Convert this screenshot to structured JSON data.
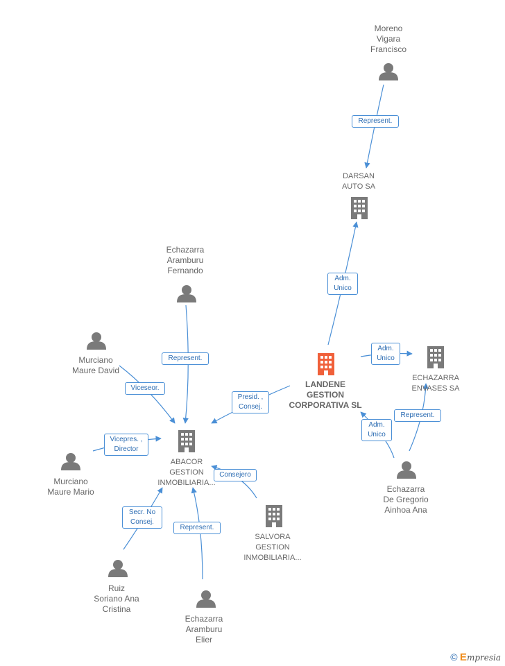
{
  "colors": {
    "accent": "#4a8fd6",
    "node": "#7a7a7a",
    "main_node": "#f0603a",
    "text": "#666666"
  },
  "nodes": [
    {
      "id": "moreno",
      "type": "person",
      "lines": [
        "Moreno",
        "Vigara",
        "Francisco"
      ]
    },
    {
      "id": "darsan",
      "type": "company",
      "lines": [
        "DARSAN",
        "AUTO SA"
      ]
    },
    {
      "id": "echazarra_fernando",
      "type": "person",
      "lines": [
        "Echazarra",
        "Aramburu",
        "Fernando"
      ]
    },
    {
      "id": "murciano_david",
      "type": "person",
      "lines": [
        "Murciano",
        "Maure David"
      ]
    },
    {
      "id": "landene",
      "type": "company",
      "main": true,
      "lines": [
        "LANDENE",
        "GESTION",
        "CORPORATIVA SL"
      ]
    },
    {
      "id": "echazarra_envases",
      "type": "company",
      "lines": [
        "ECHAZARRA",
        "ENVASES SA"
      ]
    },
    {
      "id": "abacor",
      "type": "company",
      "lines": [
        "ABACOR",
        "GESTION",
        "INMOBILIARIA..."
      ]
    },
    {
      "id": "murciano_mario",
      "type": "person",
      "lines": [
        "Murciano",
        "Maure Mario"
      ]
    },
    {
      "id": "echazarra_ainhoa",
      "type": "person",
      "lines": [
        "Echazarra",
        "De Gregorio",
        "Ainhoa Ana"
      ]
    },
    {
      "id": "salvora",
      "type": "company",
      "lines": [
        "SALVORA",
        "GESTION",
        "INMOBILIARIA..."
      ]
    },
    {
      "id": "ruiz",
      "type": "person",
      "lines": [
        "Ruiz",
        "Soriano Ana",
        "Cristina"
      ]
    },
    {
      "id": "echazarra_elier",
      "type": "person",
      "lines": [
        "Echazarra",
        "Aramburu",
        "Elier"
      ]
    }
  ],
  "edges": [
    {
      "id": "e1",
      "lines": [
        "Represent."
      ]
    },
    {
      "id": "e2",
      "lines": [
        "Adm.",
        "Unico"
      ]
    },
    {
      "id": "e3",
      "lines": [
        "Adm.",
        "Unico"
      ]
    },
    {
      "id": "e4",
      "lines": [
        "Represent."
      ]
    },
    {
      "id": "e5",
      "lines": [
        "Adm.",
        "Unico"
      ]
    },
    {
      "id": "e6",
      "lines": [
        "Represent."
      ]
    },
    {
      "id": "e7",
      "lines": [
        "Viceseor."
      ]
    },
    {
      "id": "e8",
      "lines": [
        "Presid. ,",
        "Consej."
      ]
    },
    {
      "id": "e9",
      "lines": [
        "Vicepres. ,",
        "Director"
      ]
    },
    {
      "id": "e10",
      "lines": [
        "Consejero"
      ]
    },
    {
      "id": "e11",
      "lines": [
        "Secr.  No",
        "Consej."
      ]
    },
    {
      "id": "e12",
      "lines": [
        "Represent."
      ]
    }
  ],
  "footer": {
    "copyright": "©",
    "brand_first": "E",
    "brand_rest": "mpresia"
  }
}
